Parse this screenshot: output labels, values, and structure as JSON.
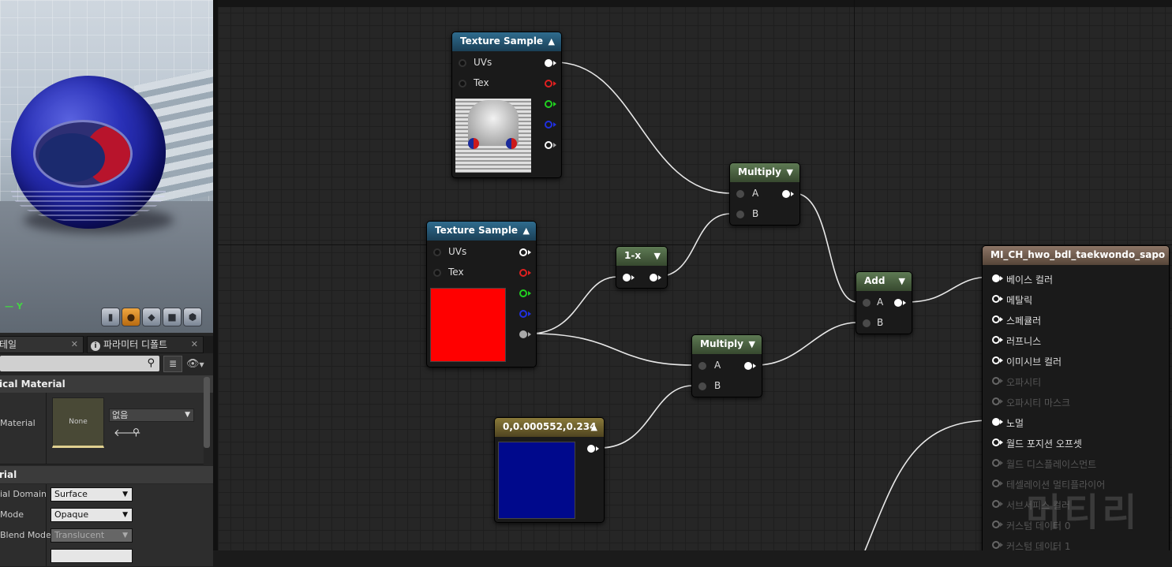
{
  "viewport": {
    "axis_label": "Y",
    "toolbar_icons": [
      "cylinder-icon",
      "sphere-icon",
      "plane-icon",
      "cube-icon",
      "custom-mesh-icon"
    ]
  },
  "tabs": [
    {
      "label": "테일"
    },
    {
      "label": "파라미터 디폴트"
    }
  ],
  "details": {
    "section1": "ical Material",
    "material_row_label": "Material",
    "thumb_label": "None",
    "combo_value": "없음",
    "section2": "rial",
    "props": [
      {
        "label": "ial Domain",
        "value": "Surface",
        "disabled": false
      },
      {
        "label": " Mode",
        "value": "Opaque",
        "disabled": false
      },
      {
        "label": " Blend Mode",
        "value": "Translucent",
        "disabled": true
      },
      {
        "label": "",
        "value": "",
        "disabled": false
      }
    ]
  },
  "nodes": {
    "tex1": {
      "title": "Texture Sample",
      "pin_uvs": "UVs",
      "pin_tex": "Tex"
    },
    "tex2": {
      "title": "Texture Sample",
      "pin_uvs": "UVs",
      "pin_tex": "Tex",
      "preview_color": "#ff0000"
    },
    "oneminus": {
      "title": "1-x"
    },
    "multiply1": {
      "title": "Multiply",
      "pin_a": "A",
      "pin_b": "B"
    },
    "multiply2": {
      "title": "Multiply",
      "pin_a": "A",
      "pin_b": "B"
    },
    "add": {
      "title": "Add",
      "pin_a": "A",
      "pin_b": "B"
    },
    "const": {
      "title": "0,0.000552,0.234",
      "color": "#00098c"
    },
    "output": {
      "title": "MI_CH_hwo_bdl_taekwondo_sapo",
      "pins": [
        {
          "label": "베이스 컬러",
          "active": true,
          "connected": true
        },
        {
          "label": "메탈릭",
          "active": true,
          "connected": false
        },
        {
          "label": "스페큘러",
          "active": true,
          "connected": false
        },
        {
          "label": "러프니스",
          "active": true,
          "connected": false
        },
        {
          "label": "이미시브 컬러",
          "active": true,
          "connected": false
        },
        {
          "label": "오파시티",
          "active": false,
          "connected": false
        },
        {
          "label": "오파시티 마스크",
          "active": false,
          "connected": false
        },
        {
          "label": "노멀",
          "active": true,
          "connected": true
        },
        {
          "label": "월드 포지션 오프셋",
          "active": true,
          "connected": false
        },
        {
          "label": "월드 디스플레이스먼트",
          "active": false,
          "connected": false
        },
        {
          "label": "테셀레이션 멀티플라이어",
          "active": false,
          "connected": false
        },
        {
          "label": "서브서피스 컬러",
          "active": false,
          "connected": false
        },
        {
          "label": "커스텀 데이터 0",
          "active": false,
          "connected": false
        },
        {
          "label": "커스텀 데이터 1",
          "active": false,
          "connected": false
        }
      ]
    }
  },
  "watermark": "머티리얼"
}
